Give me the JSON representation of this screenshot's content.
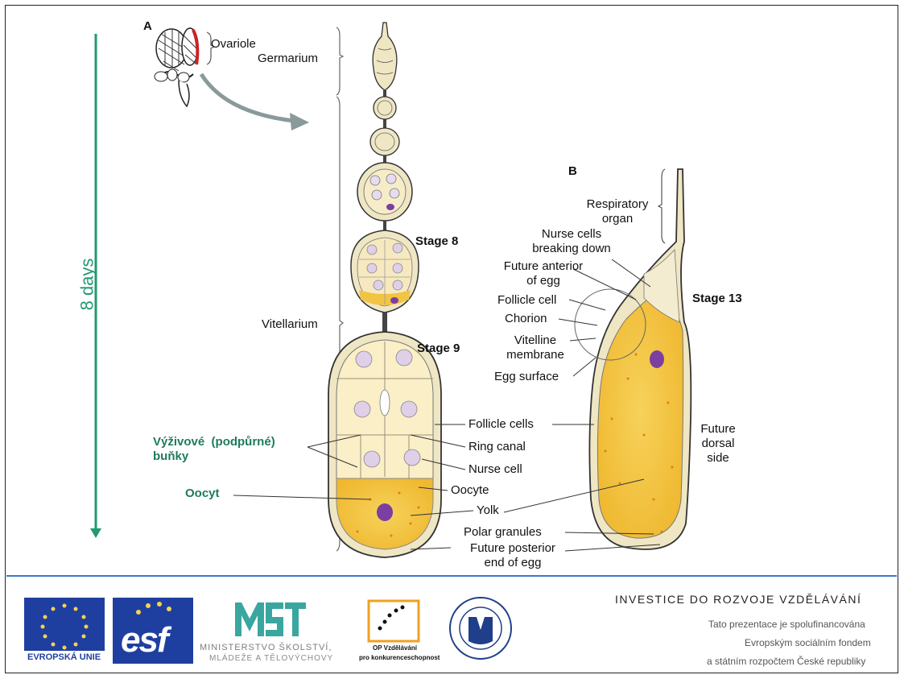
{
  "time_axis": {
    "label": "8 days"
  },
  "panel_a": {
    "letter": "A",
    "ovariole": "Ovariole",
    "germarium": "Germarium",
    "vitellarium": "Vitellarium",
    "stage8": "Stage 8",
    "stage9": "Stage 9",
    "follicle_cells": "Follicle cells",
    "ring_canal": "Ring canal",
    "nurse_cell": "Nurse cell",
    "oocyte": "Oocyte",
    "yolk": "Yolk",
    "future_posterior_1": "Future posterior",
    "future_posterior_2": "end of egg"
  },
  "czech": {
    "supporting_cells_1": "Výživové  (podpůrné)",
    "supporting_cells_2": "buňky",
    "oocyte": "Oocyt"
  },
  "panel_b": {
    "letter": "B",
    "respiratory_1": "Respiratory",
    "respiratory_2": "organ",
    "nurse_break_1": "Nurse cells",
    "nurse_break_2": "breaking down",
    "future_anterior_1": "Future anterior",
    "future_anterior_2": "of egg",
    "follicle_cell": "Follicle cell",
    "chorion": "Chorion",
    "vitelline_1": "Vitelline",
    "vitelline_2": "membrane",
    "egg_surface": "Egg surface",
    "stage13": "Stage 13",
    "dorsal_1": "Future",
    "dorsal_2": "dorsal",
    "dorsal_3": "side",
    "polar_granules": "Polar granules"
  },
  "footer": {
    "eu_label": "EVROPSKÁ UNIE",
    "esf_label": "esf",
    "msmt_line1": "MINISTERSTVO ŠKOLSTVÍ,",
    "msmt_line2": "MLÁDEŽE A TĚLOVÝCHOVY",
    "op_line1": "OP Vzdělávání",
    "op_line2": "pro konkurenceschopnost",
    "investice": "INVESTICE DO ROZVOJE VZDĚLÁVÁNÍ",
    "cofin_1": "Tato prezentace je spolufinancována",
    "cofin_2": "Evropským sociálním fondem",
    "cofin_3": "a státním rozpočtem České republiky"
  },
  "colors": {
    "green_accent": "#1f9a73",
    "cytoplasm": "#f7e6a8",
    "yolk": "#f2c443",
    "nucleus": "#d9c6e6",
    "oocyte_nucleus": "#7a3fa0",
    "footer_line": "#3a7ad0"
  }
}
